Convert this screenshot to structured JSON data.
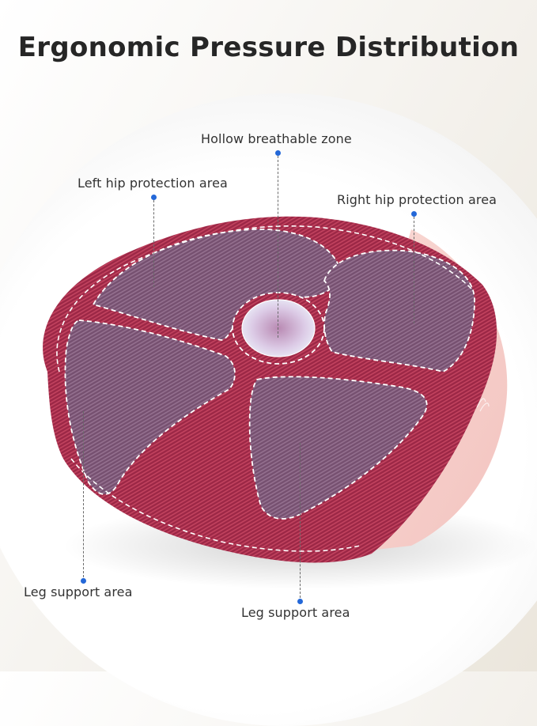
{
  "title": "Ergonomic Pressure Distribution",
  "colors": {
    "cushion_red": "#9c2746",
    "cushion_purple": "#7c5676",
    "cushion_pink_side": "#f6cdc9",
    "hole_lavender": "#e7d9ee",
    "stitch": "#ffffff",
    "dot_blue": "#2468d8",
    "text": "#333333"
  },
  "callouts": [
    {
      "id": "hollow",
      "label": "Hollow breathable zone",
      "icon": "dot-icon"
    },
    {
      "id": "left-hip",
      "label": "Left hip protection area",
      "icon": "dot-icon"
    },
    {
      "id": "right-hip",
      "label": "Right hip protection area",
      "icon": "dot-icon"
    },
    {
      "id": "leg-left",
      "label": "Leg support area",
      "icon": "dot-icon"
    },
    {
      "id": "leg-center",
      "label": "Leg support area",
      "icon": "dot-icon"
    }
  ],
  "brand_mark": "logo-script"
}
